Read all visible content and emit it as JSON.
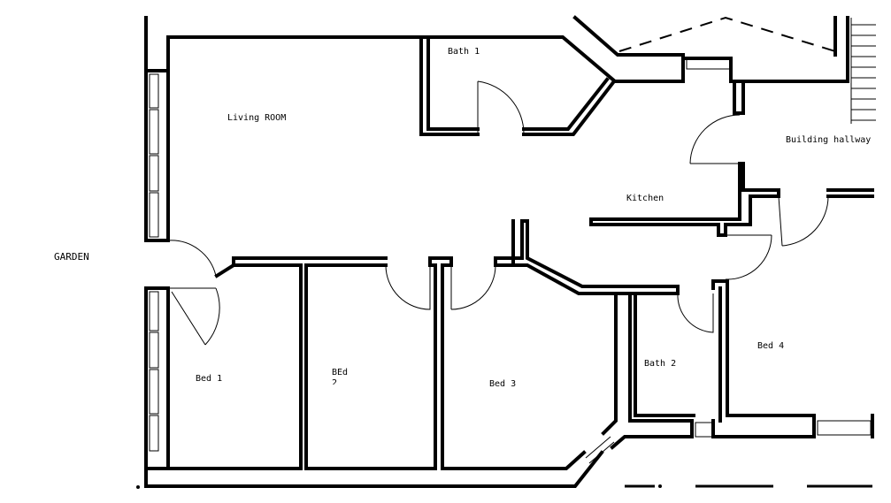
{
  "rooms": {
    "living_room": "Living ROOM",
    "bath_1": "Bath 1",
    "building_hallway": "Building hallway",
    "kitchen": "Kitchen",
    "garden": "GARDEN",
    "bed_1": "Bed 1",
    "bed_2": "BEd",
    "bed_2_suffix": "2",
    "bed_3": "Bed 3",
    "bath_2": "Bath 2",
    "bed_4": "Bed 4"
  }
}
